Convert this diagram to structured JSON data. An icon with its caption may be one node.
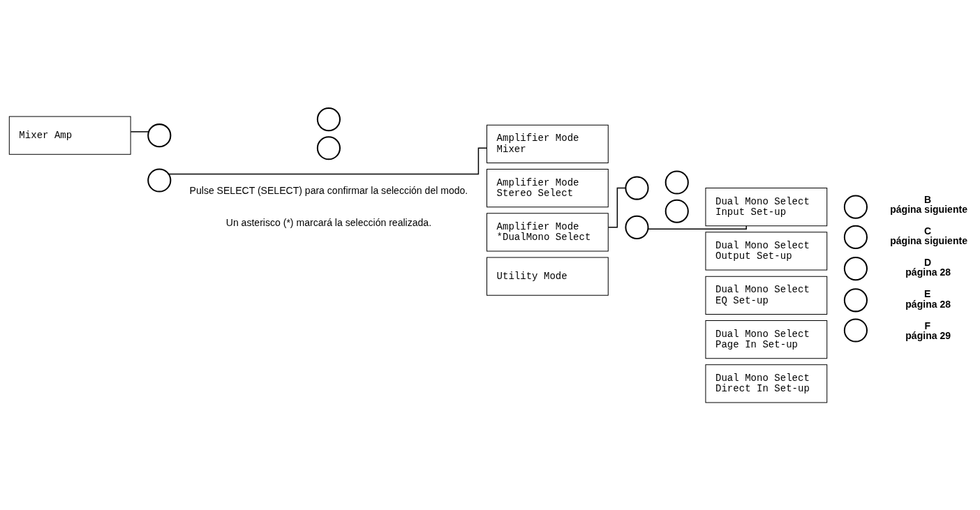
{
  "diagram": {
    "nodes": [
      {
        "text": [
          "Mixer Amp"
        ]
      },
      {
        "text": [],
        "shape": "circle"
      },
      {
        "text": [],
        "shape": "circle"
      },
      {
        "text": [
          "Amplifier Mode",
          "Mixer"
        ]
      },
      {
        "text": [
          "Amplifier Mode",
          "Stereo Select"
        ]
      },
      {
        "text": [
          "Amplifier Mode",
          "*DualMono Select"
        ]
      },
      {
        "text": [
          "Utility Mode"
        ]
      },
      {
        "text": [],
        "shape": "circle"
      },
      {
        "text": [],
        "shape": "circle"
      },
      {
        "text": [],
        "shape": "circle"
      },
      {
        "text": [],
        "shape": "circle"
      },
      {
        "text": [
          "Dual Mono Select",
          "Input Set-up"
        ]
      },
      {
        "text": [
          "Dual Mono Select",
          "Output Set-up"
        ]
      },
      {
        "text": [
          "Dual Mono Select",
          "EQ Set-up"
        ]
      },
      {
        "text": [
          "Dual Mono Select",
          "Page In Set-up"
        ]
      },
      {
        "text": [
          "Dual Mono Select",
          "Direct In Set-up"
        ]
      },
      {
        "text": [],
        "shape": "circle"
      },
      {
        "text": [],
        "shape": "circle"
      },
      {
        "text": [],
        "shape": "circle",
        "beside": [
          "B",
          "página siguiente"
        ]
      },
      {
        "text": [],
        "shape": "circle",
        "beside": [
          "C",
          "página siguiente"
        ]
      },
      {
        "text": [],
        "shape": "circle",
        "beside": [
          "D",
          "página 28"
        ]
      },
      {
        "text": [],
        "shape": "circle",
        "beside": [
          "E",
          "página 28"
        ]
      },
      {
        "text": [],
        "shape": "circle",
        "beside": [
          "F",
          "página 29"
        ]
      }
    ],
    "edges": [
      {
        "from": 0,
        "to": 1,
        "arrow": "none"
      },
      {
        "from": 2,
        "to": 3,
        "arrow": "none"
      },
      {
        "from": 5,
        "to": 9,
        "arrow": "none"
      },
      {
        "from": 10,
        "to": 11,
        "arrow": "none"
      }
    ],
    "labels": [
      "Pulse SELECT (SELECT) para confirmar la selección del modo.",
      "Un asterisco (*) marcará la selección realizada."
    ]
  }
}
